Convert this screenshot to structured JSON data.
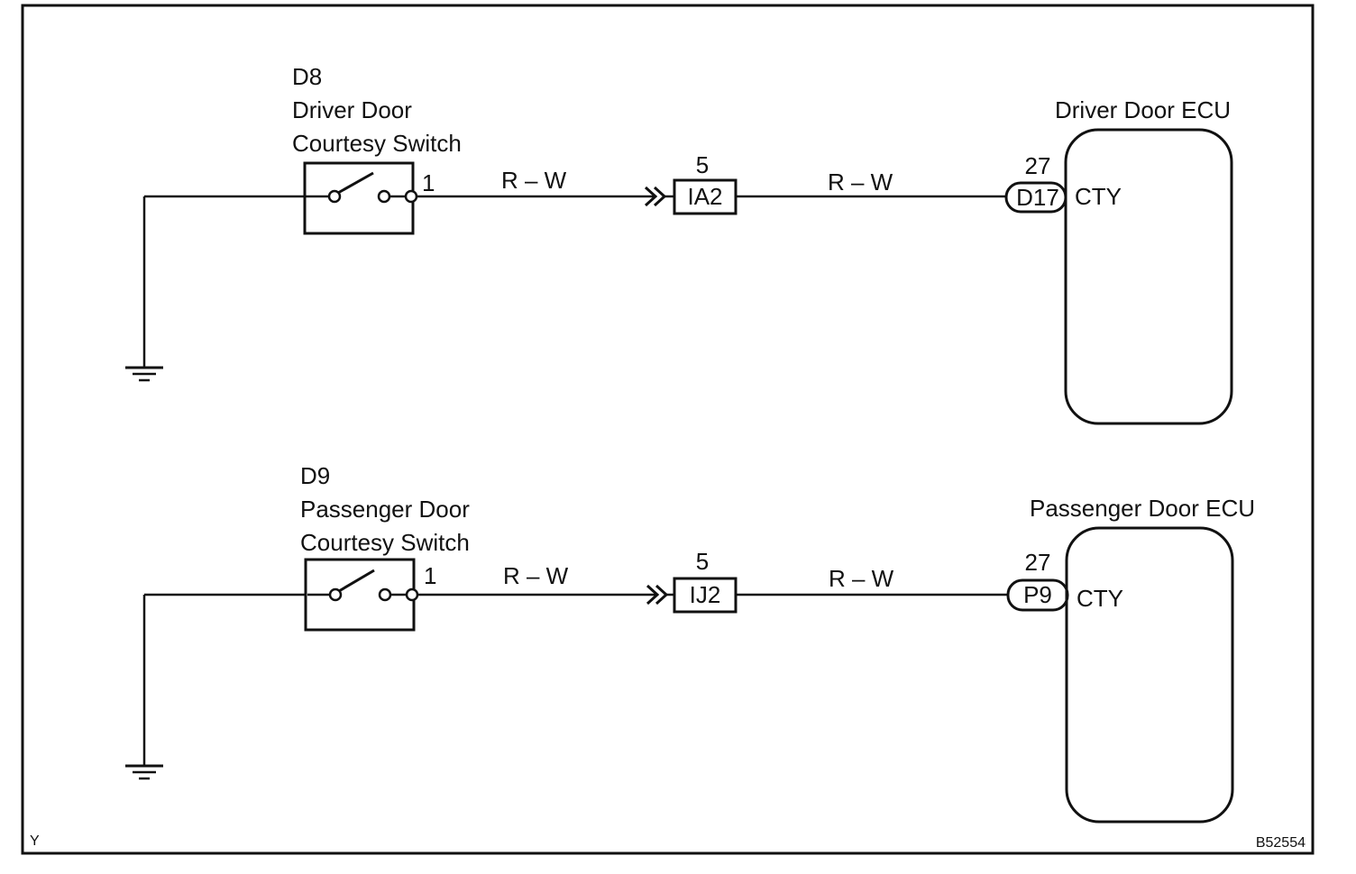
{
  "circuits": [
    {
      "switch": {
        "code": "D8",
        "name_line1": "Driver Door",
        "name_line2": "Courtesy Switch",
        "terminal": "1"
      },
      "wire_left": "R – W",
      "junction": {
        "pin": "5",
        "code": "IA2"
      },
      "wire_right": "R – W",
      "ecu": {
        "title": "Driver Door ECU",
        "pin": "27",
        "connector": "D17",
        "terminal_name": "CTY"
      }
    },
    {
      "switch": {
        "code": "D9",
        "name_line1": "Passenger Door",
        "name_line2": "Courtesy Switch",
        "terminal": "1"
      },
      "wire_left": "R – W",
      "junction": {
        "pin": "5",
        "code": "IJ2"
      },
      "wire_right": "R – W",
      "ecu": {
        "title": "Passenger Door ECU",
        "pin": "27",
        "connector": "P9",
        "terminal_name": "CTY"
      }
    }
  ],
  "corner_mark": "Y",
  "figure_id": "B52554",
  "line_color": "#111111"
}
